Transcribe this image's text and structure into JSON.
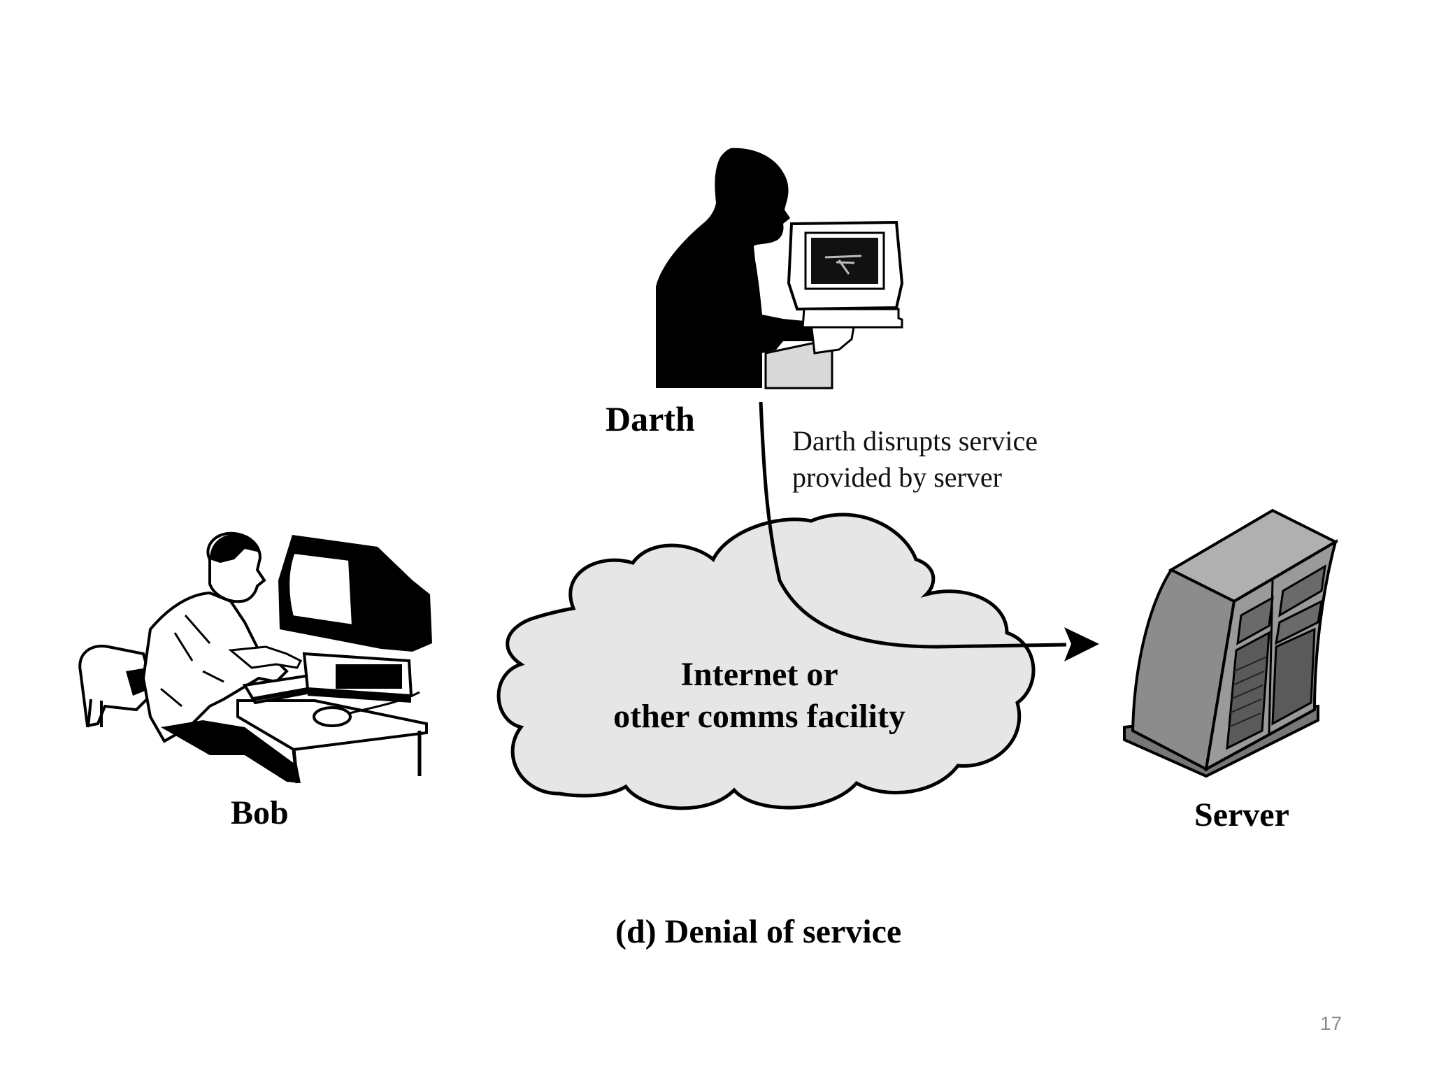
{
  "slide": {
    "nodes": {
      "darth": "Darth",
      "bob": "Bob",
      "server": "Server"
    },
    "cloud_label": [
      "Internet or",
      "other comms facility"
    ],
    "annotation": [
      "Darth disrupts service",
      "provided by server"
    ],
    "caption": "(d) Denial of service",
    "page_number": "17"
  },
  "icons": {
    "darth": "silhouette-person-at-computer-icon",
    "bob": "person-typing-at-computer-icon",
    "server": "server-tower-icon",
    "cloud": "network-cloud-icon",
    "arrow": "curved-arrow-icon"
  },
  "colors": {
    "cloud_fill": "#e6e6e6",
    "ink": "#000000",
    "server_gray": "#8c8c8c",
    "page_number": "#8a8a8a"
  }
}
